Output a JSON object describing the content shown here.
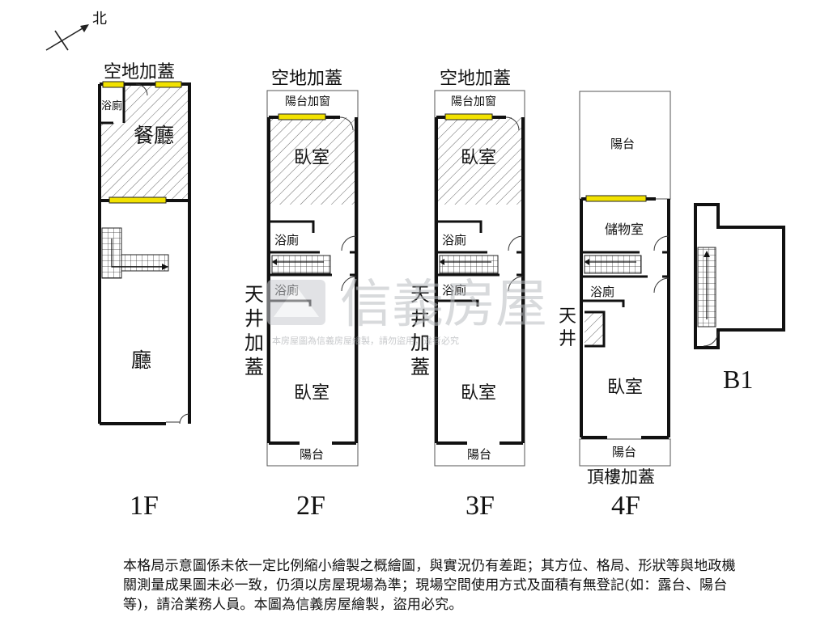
{
  "compass": {
    "north_label": "北"
  },
  "floor_1f": {
    "label": "1F",
    "top_label": "空地加蓋",
    "rooms": {
      "toilet": "浴廁",
      "dining": "餐廳",
      "hall": "廳"
    }
  },
  "floor_2f": {
    "label": "2F",
    "top_label": "空地加蓋",
    "rooms": {
      "balcony_window": "陽台加窗",
      "bedroom_front": "臥室",
      "toilet_1": "浴廁",
      "toilet_2": "浴廁",
      "bedroom_back": "臥室",
      "balcony": "陽台"
    },
    "side_label": [
      "天",
      "井",
      "加",
      "蓋"
    ]
  },
  "floor_3f": {
    "label": "3F",
    "top_label": "空地加蓋",
    "rooms": {
      "balcony_window": "陽台加窗",
      "bedroom_front": "臥室",
      "toilet_1": "浴廁",
      "toilet_2": "浴廁",
      "bedroom_back": "臥室",
      "balcony": "陽台"
    },
    "side_label": [
      "天",
      "井",
      "加",
      "蓋"
    ]
  },
  "floor_4f": {
    "label": "4F",
    "bottom_label": "頂樓加蓋",
    "rooms": {
      "balcony_front": "陽台",
      "storage": "儲物室",
      "toilet": "浴廁",
      "bedroom": "臥室",
      "balcony_back": "陽台"
    },
    "side_label": [
      "天",
      "井"
    ]
  },
  "floor_b1": {
    "label": "B1"
  },
  "watermark": {
    "brand": "信義房屋",
    "small": "本房屋圖為信義房屋繪製，請勿盜用，違者必究"
  },
  "disclaimer": "本格局示意圖係未依一定比例縮小繪製之概繪圖，與實況仍有差距；其方位、格局、形狀等與地政機關測量成果圖未必一致，仍須以房屋現場為準；現場空間使用方式及面積有無登記(如：露台、陽台等)，請洽業務人員。本圖為信義房屋繪製，盜用必究。"
}
